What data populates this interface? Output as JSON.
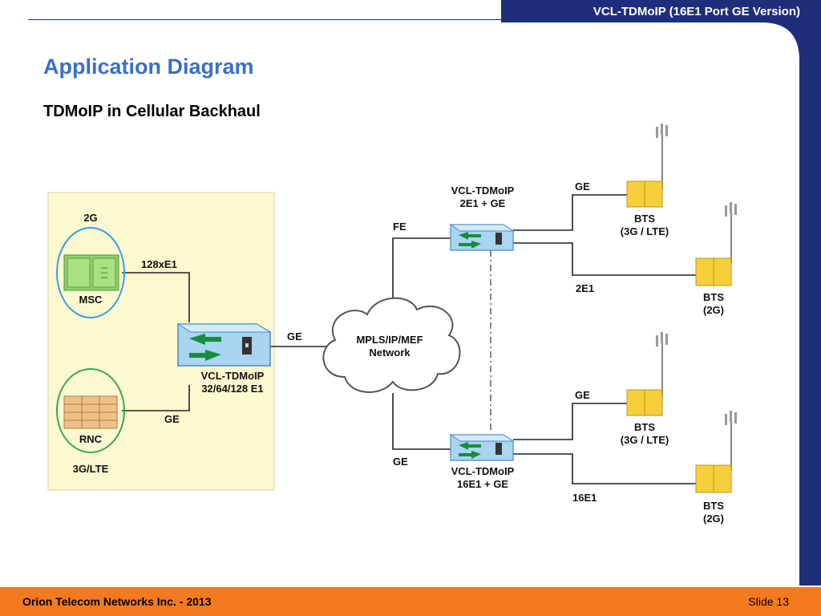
{
  "header": {
    "title": "VCL-TDMoIP (16E1 Port GE Version)"
  },
  "slide": {
    "title": "Application Diagram",
    "subtitle": "TDMoIP in Cellular Backhaul"
  },
  "diagram": {
    "label_2g": "2G",
    "label_msc": "MSC",
    "label_128e1": "128xE1",
    "label_rnc": "RNC",
    "label_3glte": "3G/LTE",
    "label_ge_rnc": "GE",
    "label_ge_main": "GE",
    "main_device": {
      "line1": "VCL-TDMoIP",
      "line2": "32/64/128 E1"
    },
    "cloud": {
      "line1": "MPLS/IP/MEF",
      "line2": "Network"
    },
    "label_fe": "FE",
    "label_ge_lower": "GE",
    "top_device": {
      "line1": "VCL-TDMoIP",
      "line2": "2E1 + GE"
    },
    "bottom_device": {
      "line1": "VCL-TDMoIP",
      "line2": "16E1 + GE"
    },
    "label_ge_top": "GE",
    "label_2e1": "2E1",
    "label_ge_bottom": "GE",
    "label_16e1": "16E1",
    "bts1": {
      "line1": "BTS",
      "line2": "(3G / LTE)"
    },
    "bts2": {
      "line1": "BTS",
      "line2": "(2G)"
    },
    "bts3": {
      "line1": "BTS",
      "line2": "(3G / LTE)"
    },
    "bts4": {
      "line1": "BTS",
      "line2": "(2G)"
    }
  },
  "footer": {
    "left": "Orion Telecom Networks Inc. - 2013",
    "right": "Slide 13"
  },
  "colors": {
    "accent_blue": "#1f2e7a",
    "title_blue": "#3a6fc7",
    "footer_orange": "#f47a1f",
    "panel_yellow": "#fcf8cf",
    "device_blue": "#a9d4f2",
    "bts_yellow": "#f7cf3a",
    "msc_green": "#8fd16a",
    "rnc_tan": "#f0c08a"
  }
}
